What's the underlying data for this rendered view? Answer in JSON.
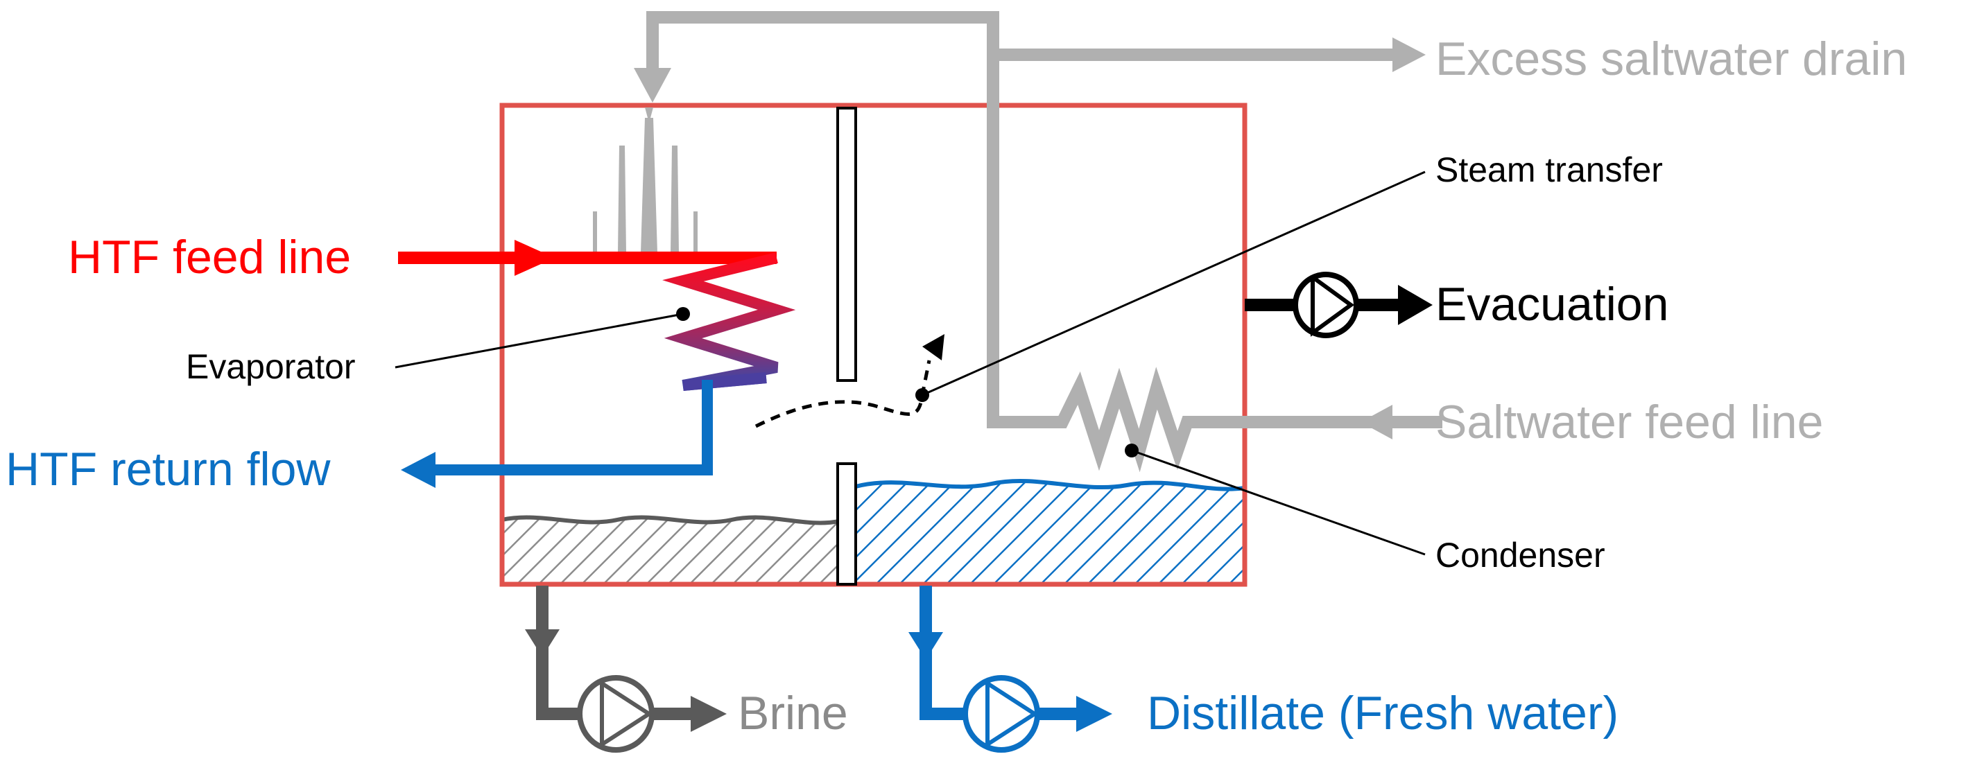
{
  "labels": {
    "excess_drain": "Excess saltwater drain",
    "steam_transfer": "Steam transfer",
    "evacuation": "Evacuation",
    "saltwater_feed": "Saltwater feed line",
    "condenser": "Condenser",
    "htf_feed": "HTF feed line",
    "evaporator": "Evaporator",
    "htf_return": "HTF return flow",
    "brine": "Brine",
    "distillate": "Distillate (Fresh water)"
  },
  "colors": {
    "vessel": "#e0524c",
    "htf_hot": "#ff0000",
    "htf_cold": "#0b70c4",
    "saltwater": "#b0b0b0",
    "brine": "#5a5a5a",
    "brine_label": "#8a8a8a",
    "distillate": "#0b70c4",
    "black": "#000000"
  }
}
